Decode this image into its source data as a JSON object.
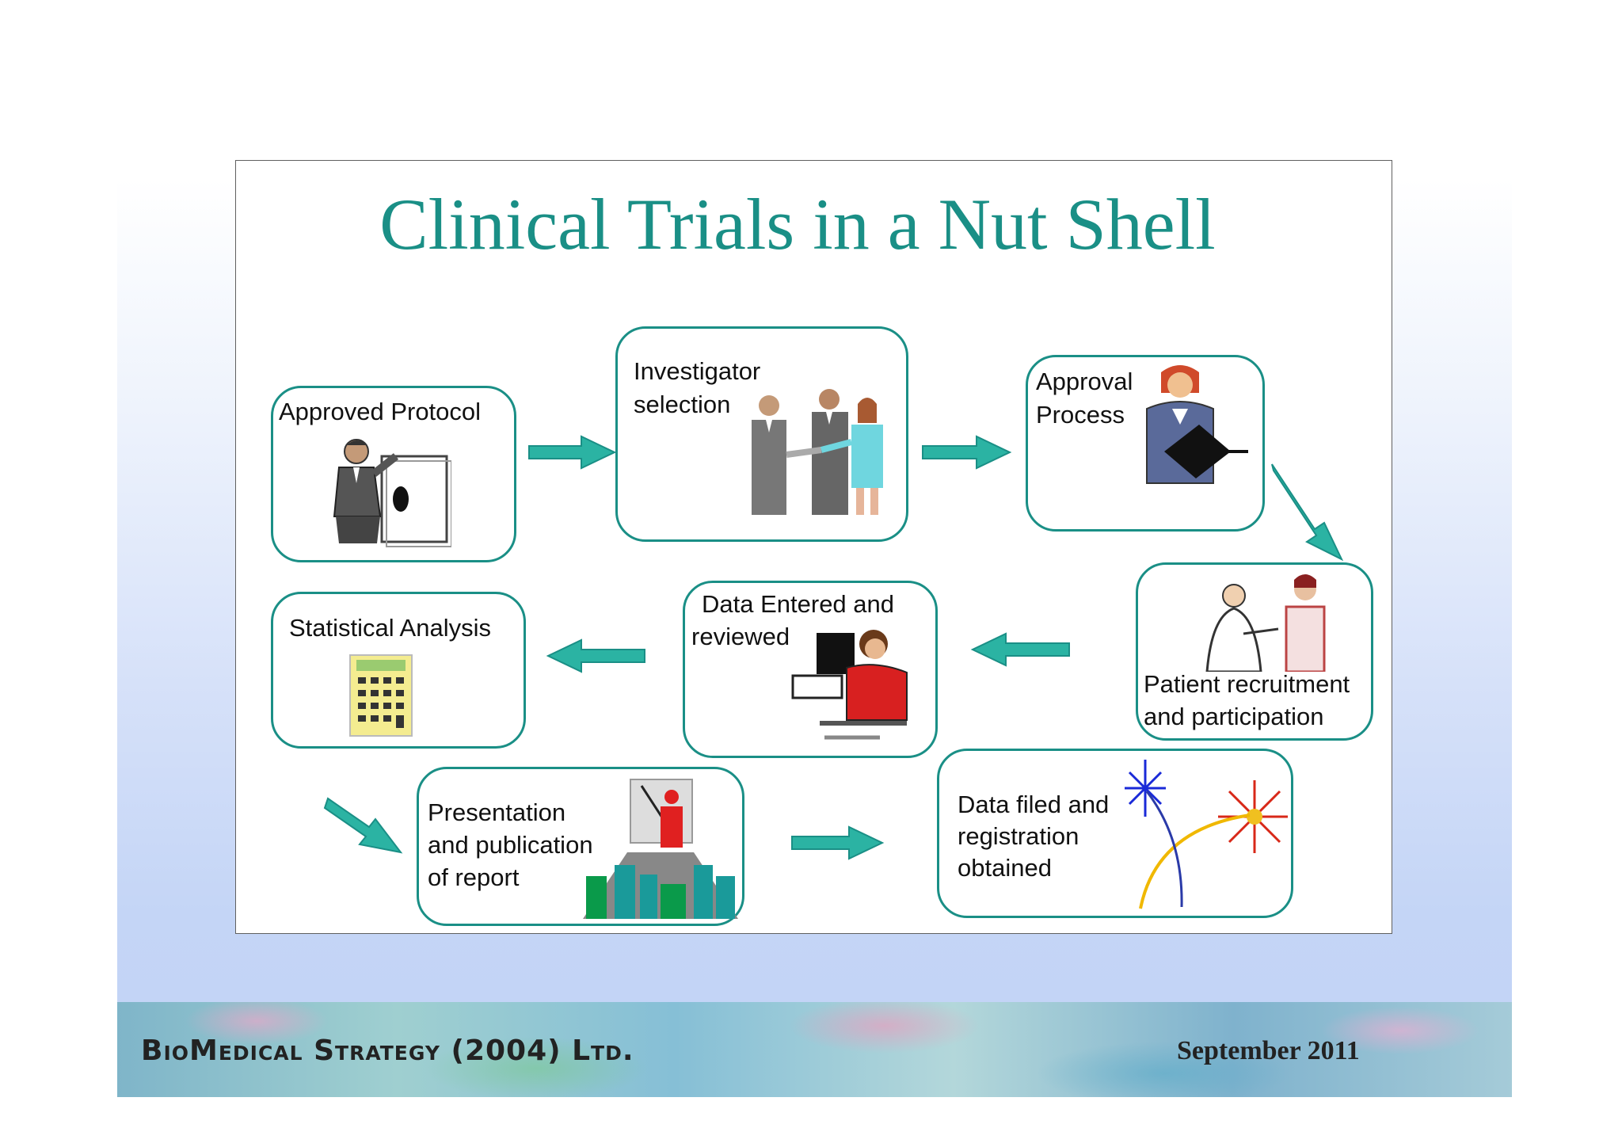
{
  "title": "Clinical Trials in a Nut Shell",
  "steps": [
    {
      "label": "Approved Protocol",
      "icon": "presenter-chart-icon"
    },
    {
      "label": "Investigator selection",
      "line1": "Investigator",
      "line2": "selection",
      "icon": "handshake-people-icon"
    },
    {
      "label": "Approval Process",
      "line1": "Approval",
      "line2": "Process",
      "icon": "woman-clipboard-icon"
    },
    {
      "label": "Patient recruitment and participation",
      "line1": "Patient recruitment",
      "line2": "and participation",
      "icon": "doctor-patient-icon"
    },
    {
      "label": "Data Entered and reviewed",
      "line1": "Data Entered and",
      "line2": "reviewed",
      "icon": "computer-operator-icon"
    },
    {
      "label": "Statistical Analysis",
      "icon": "calculator-icon"
    },
    {
      "label": "Presentation and publication of report",
      "line1": "Presentation",
      "line2": "and publication",
      "line3": "of report",
      "icon": "lecture-audience-icon"
    },
    {
      "label": "Data filed and registration obtained",
      "line1": "Data filed and",
      "line2": "registration",
      "line3": "obtained",
      "icon": "fireworks-icon"
    }
  ],
  "footer": {
    "company": "BioMedical Strategy (2004) Ltd.",
    "date": "September 2011"
  },
  "colors": {
    "accent": "#1a8f86",
    "arrow": "#2bb3a3"
  }
}
